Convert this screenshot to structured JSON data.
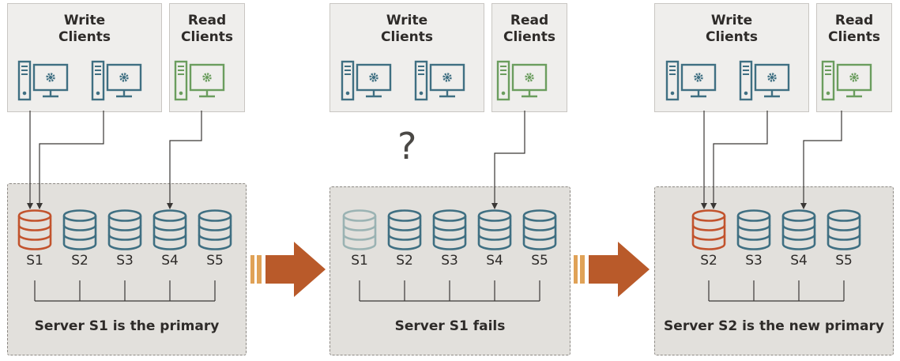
{
  "panels": [
    {
      "write_title": [
        "Write",
        "Clients"
      ],
      "read_title": [
        "Read",
        "Clients"
      ],
      "servers": [
        {
          "label": "S1",
          "state": "primary"
        },
        {
          "label": "S2",
          "state": "secondary"
        },
        {
          "label": "S3",
          "state": "secondary"
        },
        {
          "label": "S4",
          "state": "secondary"
        },
        {
          "label": "S5",
          "state": "secondary"
        }
      ],
      "caption": "Server S1 is the primary"
    },
    {
      "write_title": [
        "Write",
        "Clients"
      ],
      "read_title": [
        "Read",
        "Clients"
      ],
      "question_mark": "?",
      "servers": [
        {
          "label": "S1",
          "state": "failed"
        },
        {
          "label": "S2",
          "state": "secondary"
        },
        {
          "label": "S3",
          "state": "secondary"
        },
        {
          "label": "S4",
          "state": "secondary"
        },
        {
          "label": "S5",
          "state": "secondary"
        }
      ],
      "caption": "Server S1 fails"
    },
    {
      "write_title": [
        "Write",
        "Clients"
      ],
      "read_title": [
        "Read",
        "Clients"
      ],
      "servers": [
        {
          "label": "S2",
          "state": "primary"
        },
        {
          "label": "S3",
          "state": "secondary"
        },
        {
          "label": "S4",
          "state": "secondary"
        },
        {
          "label": "S5",
          "state": "secondary"
        }
      ],
      "caption": "Server S2 is the new primary"
    }
  ],
  "colors": {
    "write_client": "#3f6f82",
    "read_client": "#6b9d5e",
    "primary_db": "#c2532d",
    "secondary_db": "#3f6f82",
    "failed_db": "#9bb3b3",
    "arrow": "#b95a2a",
    "arrow_tail": "#e0a257"
  }
}
